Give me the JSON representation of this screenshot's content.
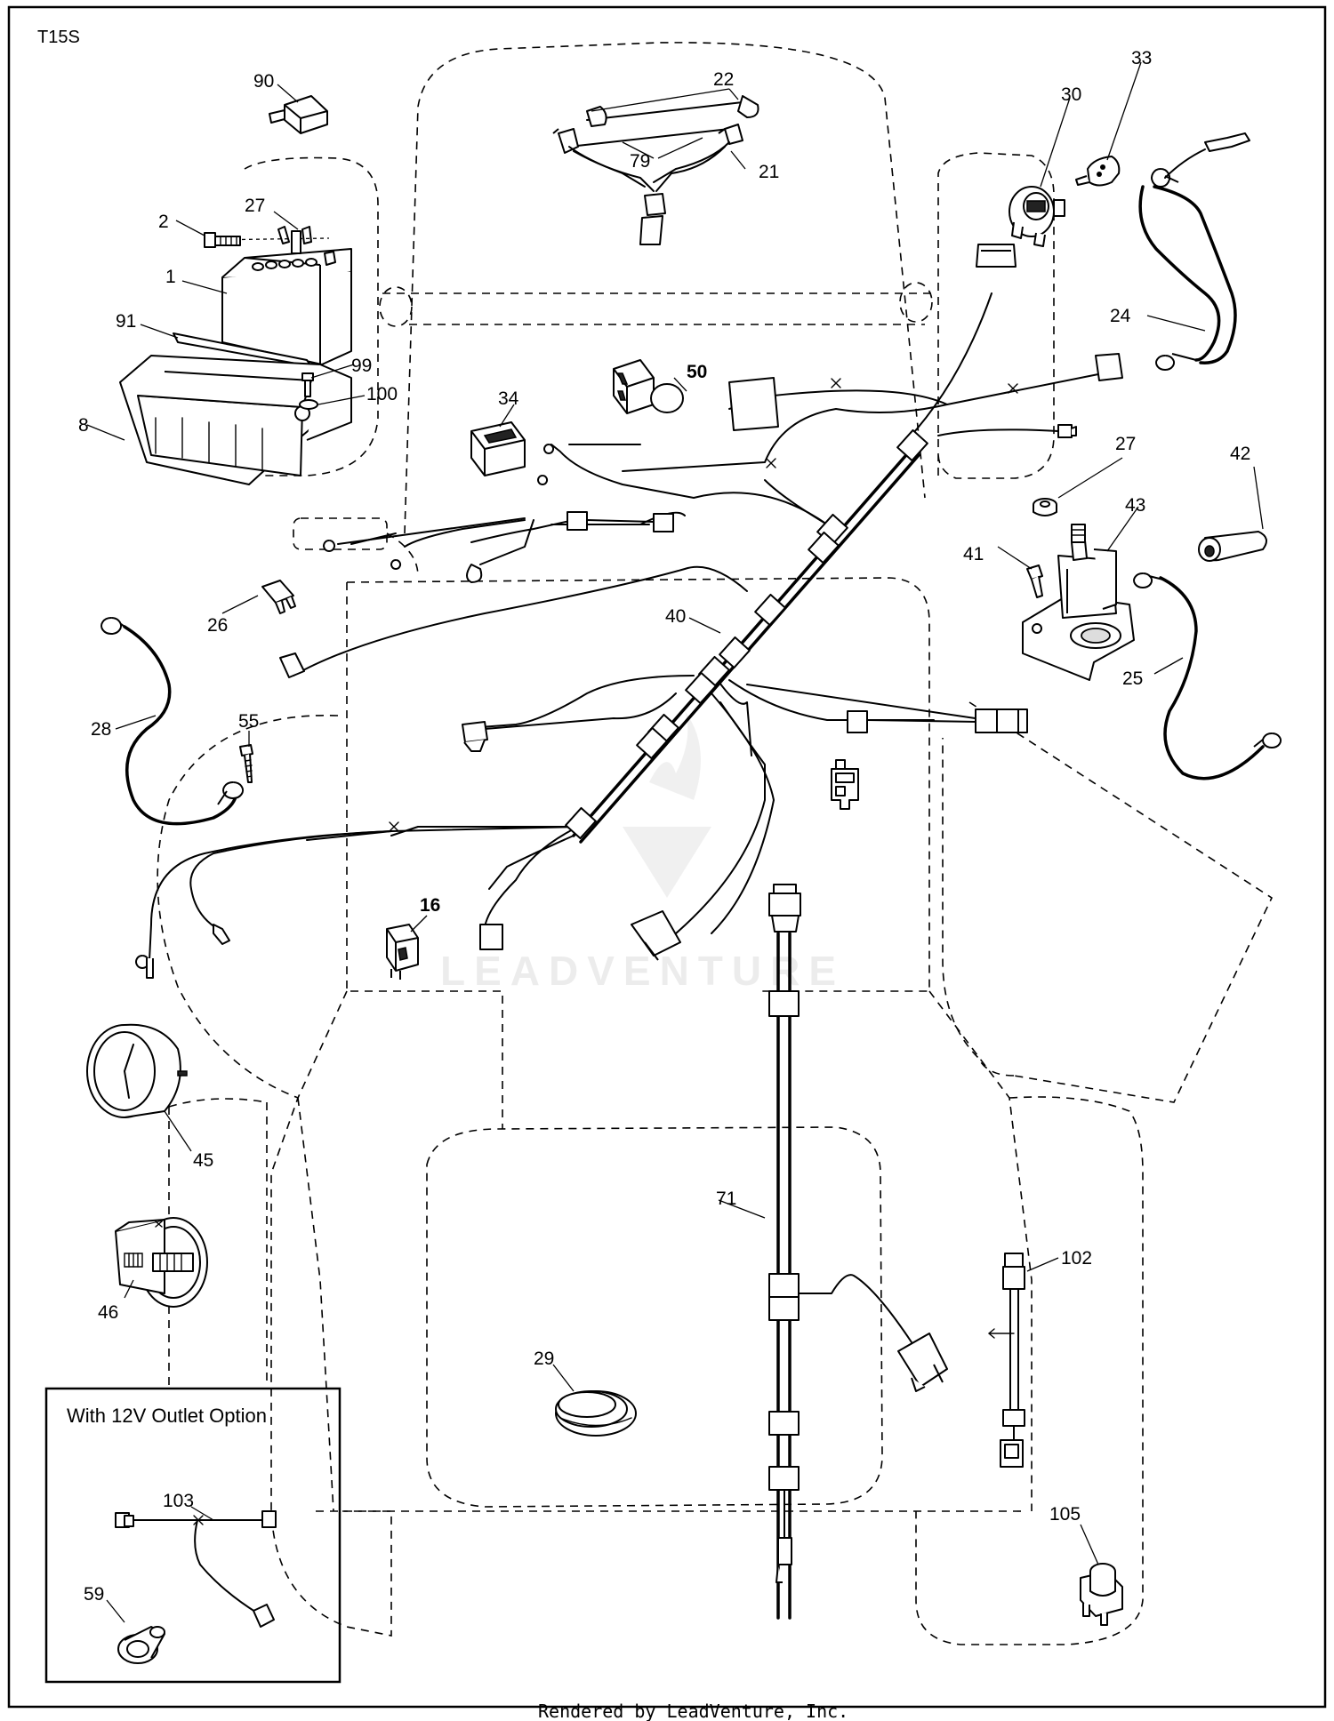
{
  "diagram_code": "T15S",
  "inset_title": "With 12V Outlet Option",
  "footer": "Rendered by LeadVenture, Inc.",
  "watermark": "LEADVENTURE",
  "callouts": {
    "c90": "90",
    "c22": "22",
    "c30": "30",
    "c33": "33",
    "c27a": "27",
    "c2": "2",
    "c79": "79",
    "c21": "21",
    "c1": "1",
    "c91": "91",
    "c24": "24",
    "c99": "99",
    "c50": "50",
    "c100": "100",
    "c34": "34",
    "c8": "8",
    "c27b": "27",
    "c42": "42",
    "c43": "43",
    "c41": "41",
    "c26": "26",
    "c40": "40",
    "c25": "25",
    "c28": "28",
    "c55": "55",
    "c16": "16",
    "c45": "45",
    "c71": "71",
    "c46": "46",
    "c102": "102",
    "c29": "29",
    "c103": "103",
    "c105": "105",
    "c59": "59"
  }
}
